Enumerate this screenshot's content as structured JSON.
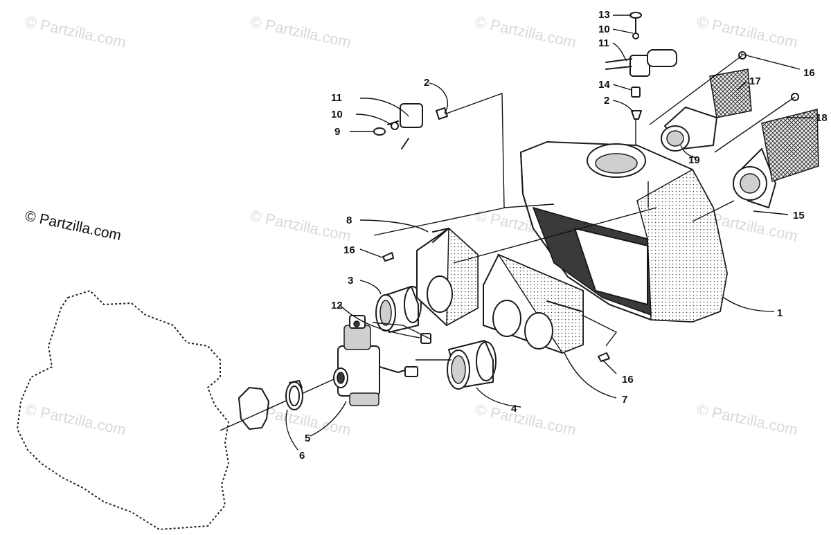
{
  "watermarks": {
    "text": "© Partzilla.com",
    "brand": "© Partzilla.com"
  },
  "callouts": {
    "c1": "1",
    "c2a": "2",
    "c2b": "2",
    "c3": "3",
    "c4": "4",
    "c5": "5",
    "c6": "6",
    "c7": "7",
    "c8": "8",
    "c9": "9",
    "c10a": "10",
    "c10b": "10",
    "c11a": "11",
    "c11b": "11",
    "c12": "12",
    "c13": "13",
    "c14": "14",
    "c15": "15",
    "c16a": "16",
    "c16b": "16",
    "c16c": "16",
    "c17": "17",
    "c18": "18",
    "c19": "19"
  }
}
